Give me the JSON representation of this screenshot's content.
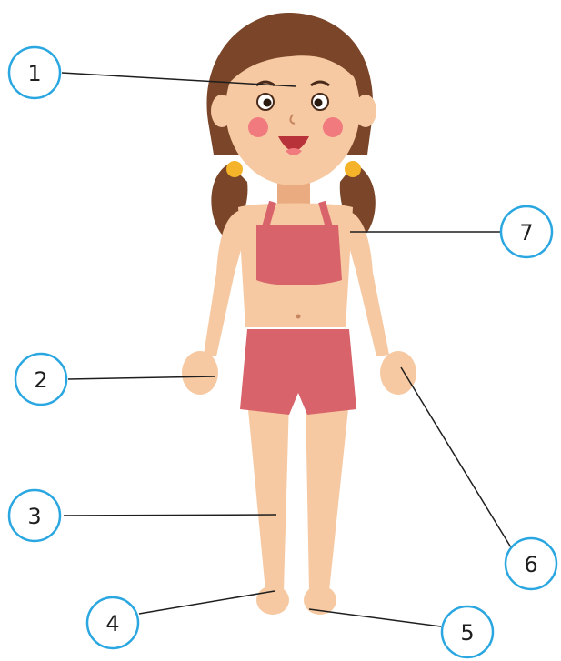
{
  "callouts": [
    {
      "number": "1",
      "border_color": "#2aa6e0"
    },
    {
      "number": "2",
      "border_color": "#2aa6e0"
    },
    {
      "number": "3",
      "border_color": "#2aa6e0"
    },
    {
      "number": "4",
      "border_color": "#2aa6e0"
    },
    {
      "number": "5",
      "border_color": "#2aa6e0"
    },
    {
      "number": "6",
      "border_color": "#2aa6e0"
    },
    {
      "number": "7",
      "border_color": "#2aa6e0"
    }
  ],
  "colors": {
    "skin": "#f6c9a2",
    "skin_shade": "#e9ab7f",
    "hair": "#7a4528",
    "outfit": "#d8636a",
    "outfit_dark": "#c2484f",
    "cheek": "#f07a7e",
    "earring": "#f4b328",
    "leader_line": "#1e1e1e"
  }
}
